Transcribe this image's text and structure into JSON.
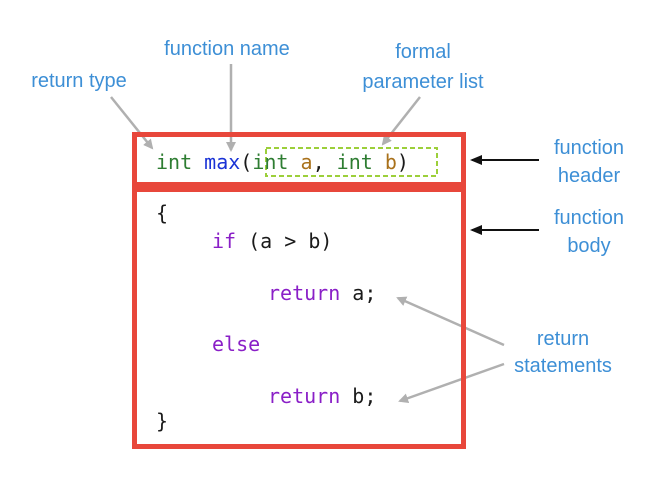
{
  "labels": {
    "return_type": "return type",
    "function_name": "function name",
    "formal_line1": "formal",
    "formal_line2": "parameter list",
    "header_line1": "function",
    "header_line2": "header",
    "body_line1": "function",
    "body_line2": "body",
    "return_line1": "return",
    "return_line2": "statements"
  },
  "code": {
    "header": {
      "kw_int": "int",
      "name": "max",
      "paren_open": "(",
      "param1_type": "int",
      "param1_name": "a",
      "comma": ",",
      "param2_type": "int",
      "param2_name": "b",
      "paren_close": ")"
    },
    "open_brace": "{",
    "if_kw": "if",
    "if_cond": "(a > b)",
    "return1_kw": "return",
    "return1_val": "a;",
    "else_kw": "else",
    "return2_kw": "return",
    "return2_val": "b;",
    "close_brace": "}"
  },
  "colors": {
    "label": "#3d8fd6",
    "box_border": "#e8473b",
    "keyword_type": "#2e7d32",
    "function_name": "#1a33d6",
    "param_name": "#a9711b",
    "control_keyword": "#8a1fc7",
    "plain": "#1a1a1a",
    "param_box": "#9ccf3a",
    "arrow_gray": "#b0b0b0",
    "arrow_black": "#111111"
  }
}
